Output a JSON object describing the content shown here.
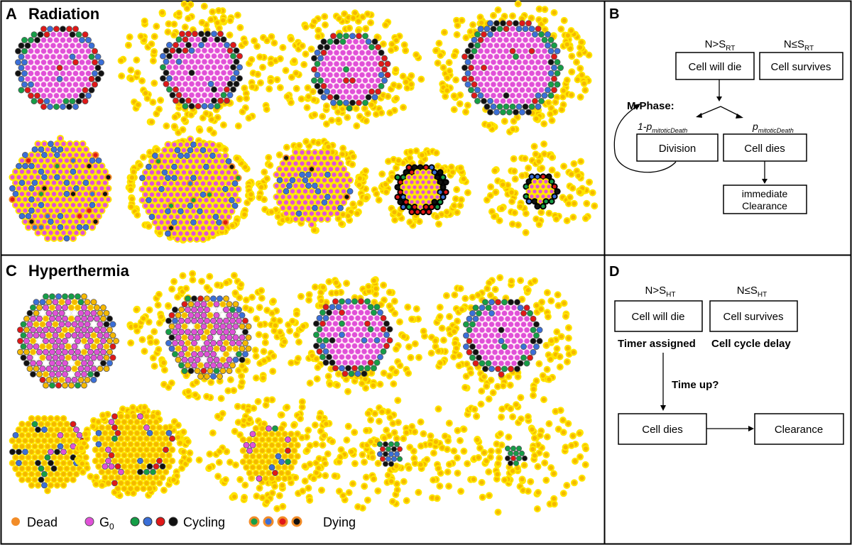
{
  "panels": {
    "a": {
      "letter": "A",
      "title": "Radiation"
    },
    "b": {
      "letter": "B"
    },
    "c": {
      "letter": "C",
      "title": "Hyperthermia"
    },
    "d": {
      "letter": "D"
    }
  },
  "panel_b": {
    "cond_die": {
      "main": "N>S",
      "sub": "RT"
    },
    "cond_survive": {
      "main": "N≤S",
      "sub": "RT"
    },
    "box_die": "Cell will die",
    "box_survive": "Cell survives",
    "mphase": "M-Phase:",
    "branch_left": {
      "main": "1-p",
      "sub": "mitoticDeath"
    },
    "branch_right": {
      "main": "p",
      "sub": "mitoticDeath"
    },
    "box_division": "Division",
    "box_dies": "Cell dies",
    "box_clearance_1": "immediate",
    "box_clearance_2": "Clearance"
  },
  "panel_d": {
    "cond_die": {
      "main": "N>S",
      "sub": "HT"
    },
    "cond_survive": {
      "main": "N≤S",
      "sub": "HT"
    },
    "box_die": "Cell will die",
    "box_survive": "Cell survives",
    "note_die": "Timer assigned",
    "note_survive": "Cell cycle delay",
    "question": "Time up?",
    "box_dies": "Cell dies",
    "box_clearance": "Clearance"
  },
  "legend": {
    "dead": "Dead",
    "g0_main": "G",
    "g0_sub": "0",
    "cycling": "Cycling",
    "dying": "Dying"
  },
  "colors": {
    "dead": "#f5b800",
    "g0": "#e050d8",
    "cycle_green": "#159e47",
    "cycle_blue": "#3a6fd8",
    "cycle_red": "#e01818",
    "cycle_black": "#111111",
    "dying_ring": "#f28c28",
    "dead_halo": "#ffe600",
    "cell_outline": "#555555"
  }
}
